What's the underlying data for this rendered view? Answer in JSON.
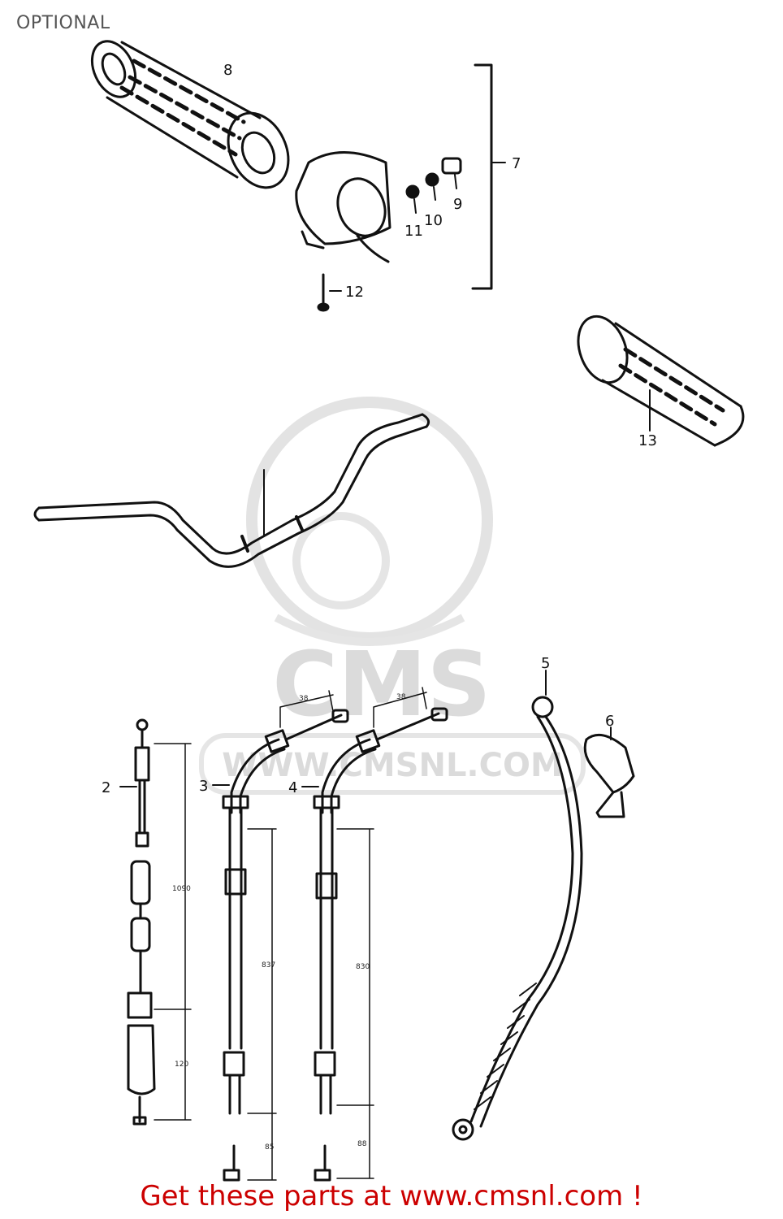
{
  "header": {
    "label": "OPTIONAL"
  },
  "watermark": {
    "brand": "CMS",
    "url": "WWW.CMSNL.COM"
  },
  "callouts": {
    "c2": "2",
    "c3": "3",
    "c4": "4",
    "c5": "5",
    "c6": "6",
    "c7": "7",
    "c8": "8",
    "c9": "9",
    "c10": "10",
    "c11": "11",
    "c12": "12",
    "c13": "13"
  },
  "dimensions": {
    "d_1090": "1090",
    "d_120": "120",
    "d_837": "837",
    "d_830": "830",
    "d_85": "85",
    "d_88": "88",
    "d_38a": "38",
    "d_38b": "38"
  },
  "footer": {
    "text": "Get these parts at www.cmsnl.com !"
  },
  "colors": {
    "footer_text": "#cc0000",
    "line_art": "#111111",
    "watermark": "#d8d8d8"
  }
}
